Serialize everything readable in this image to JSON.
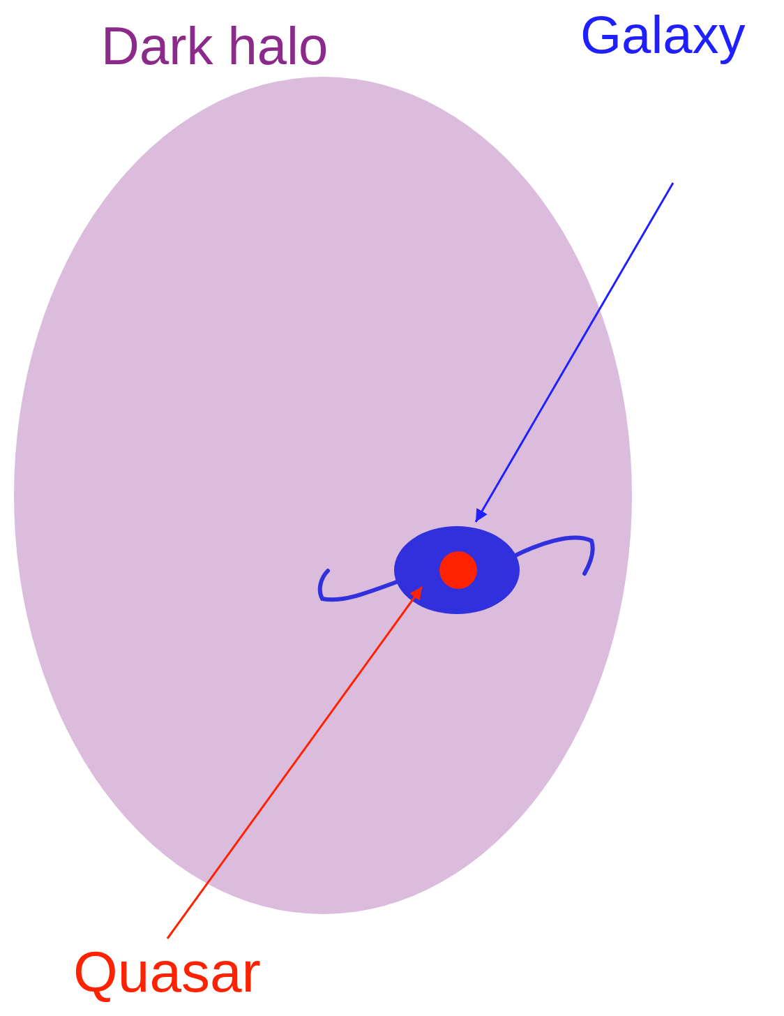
{
  "diagram": {
    "nodes": [
      {
        "text": [
          "Dark halo"
        ]
      }
    ],
    "labels": [
      "Galaxy",
      "Quasar"
    ]
  }
}
